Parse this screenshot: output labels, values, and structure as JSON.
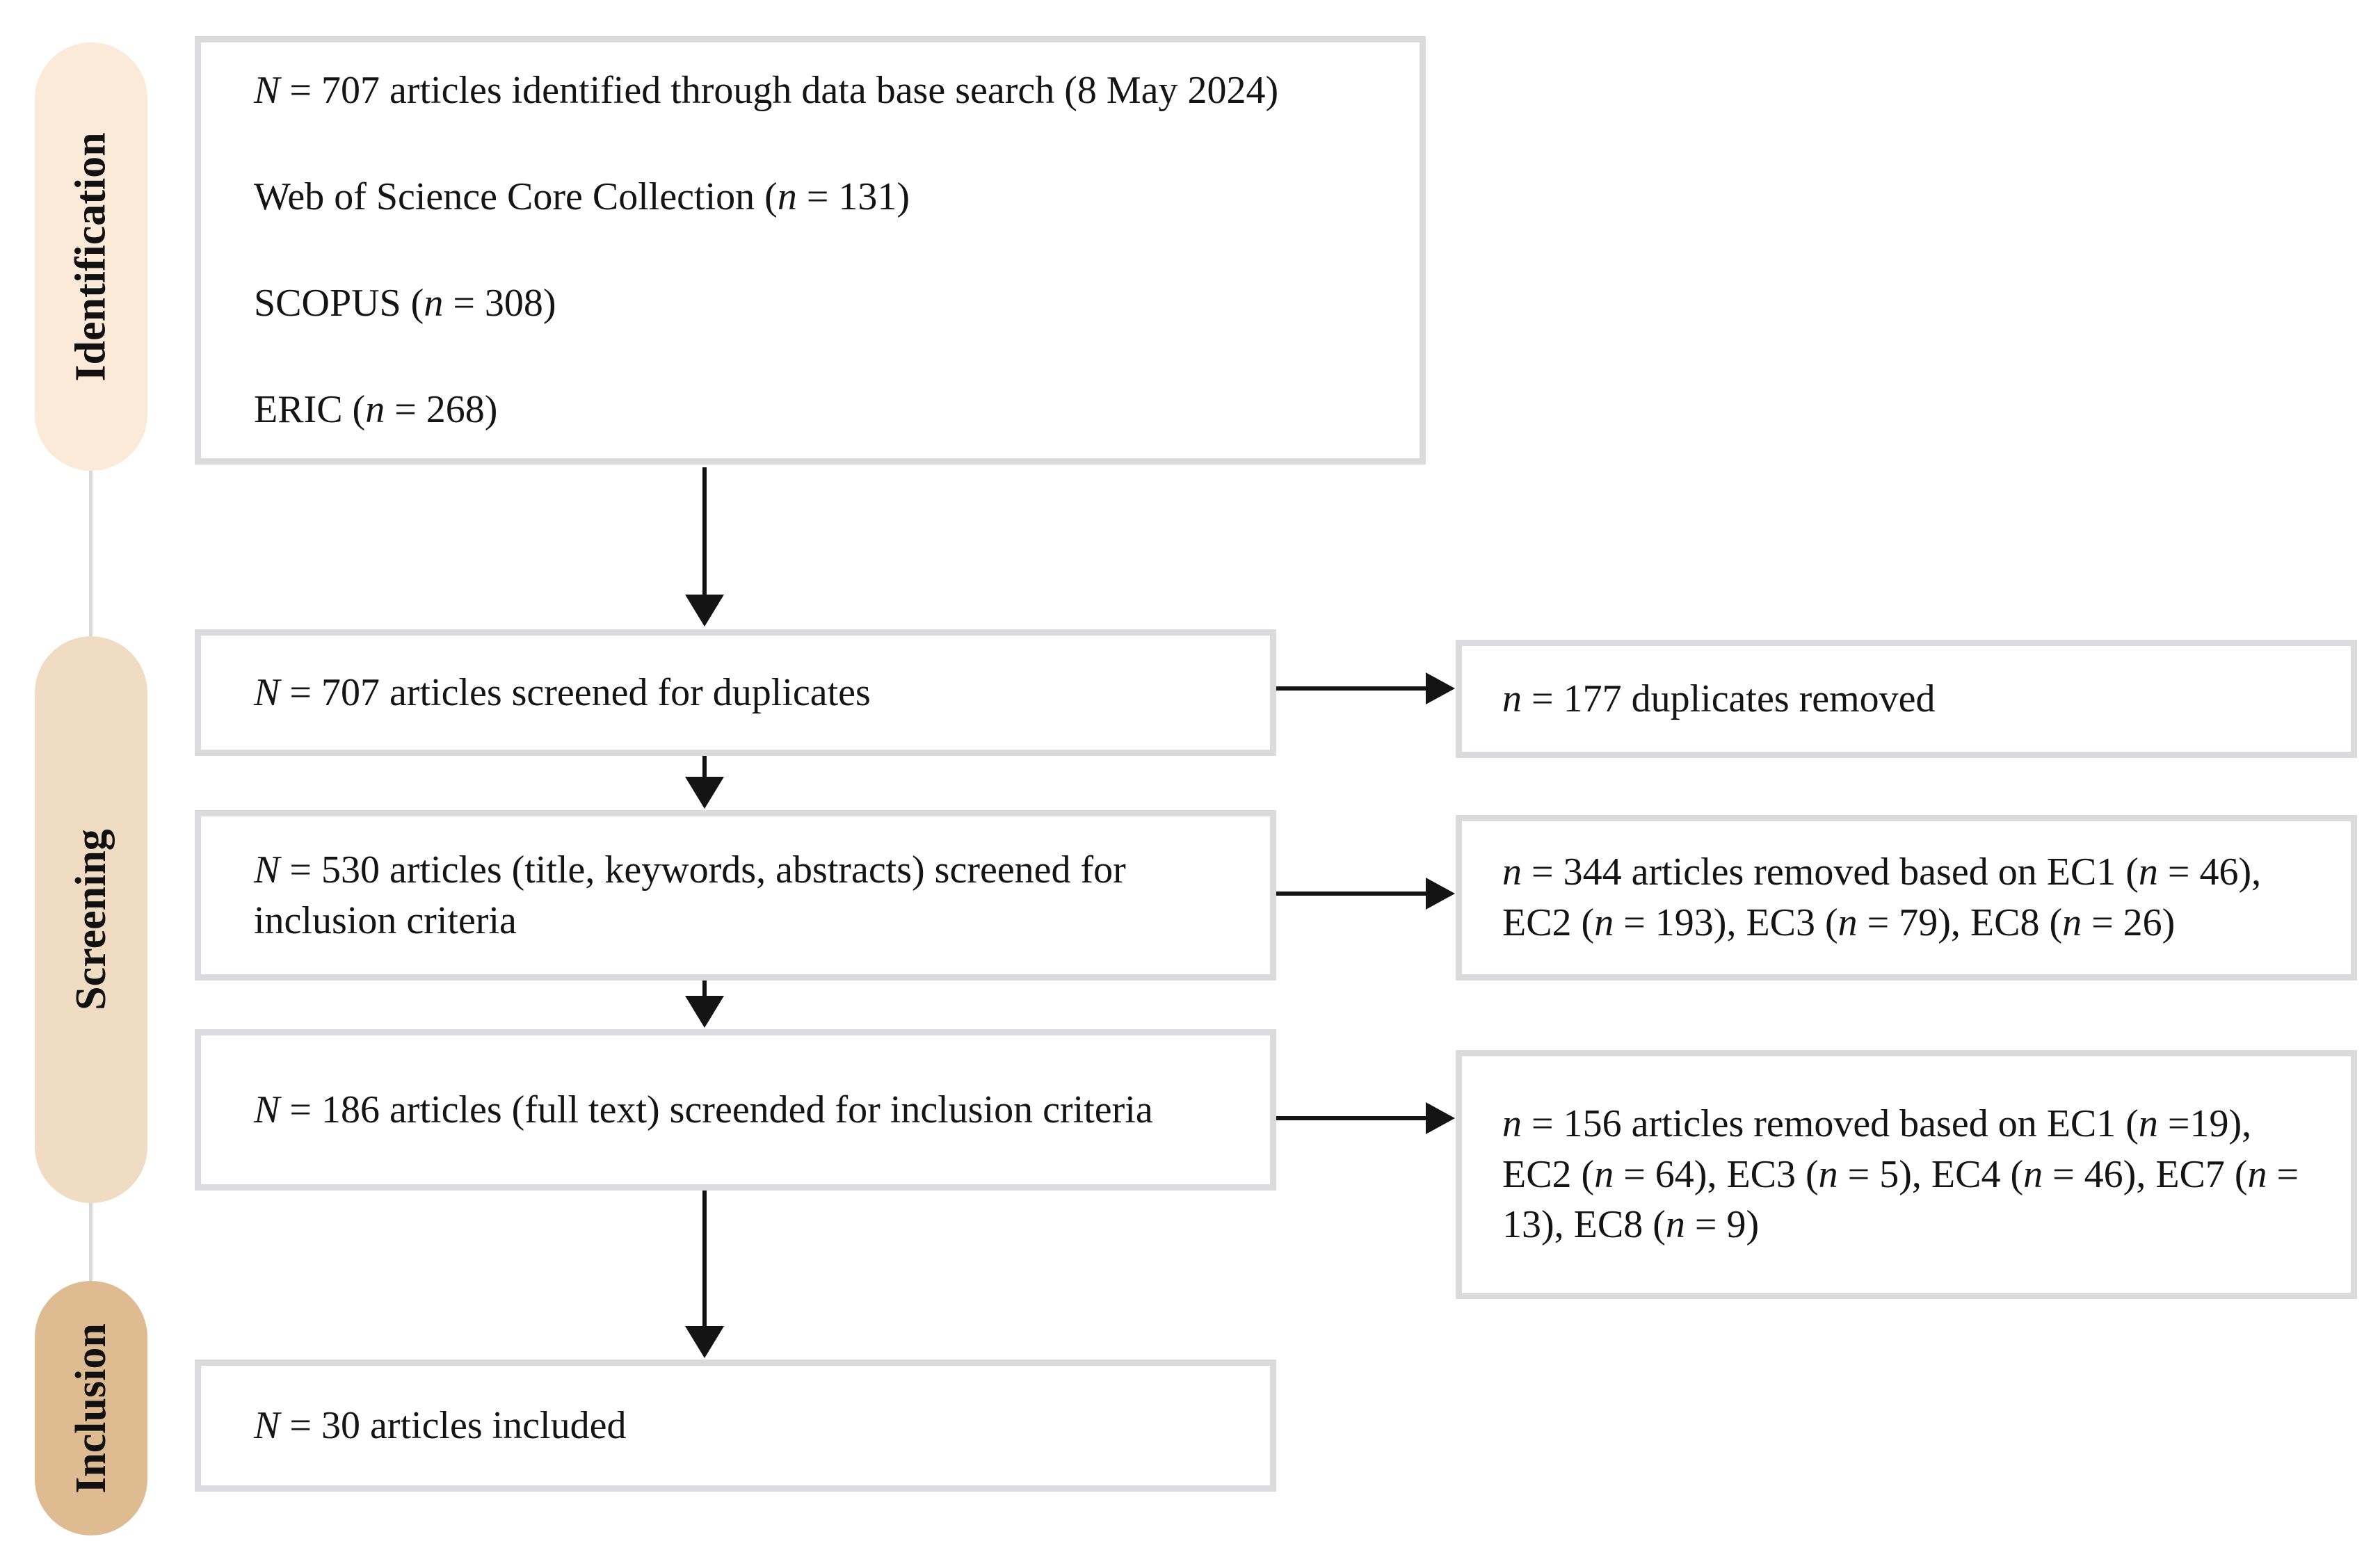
{
  "colors": {
    "stage_identification": "#fcead9",
    "stage_screening": "#f0dcc2",
    "stage_inclusion": "#dfbb92",
    "box_border": "#dbdbde",
    "arrow": "#141414",
    "connector": "#d9d9d9"
  },
  "stages": [
    {
      "id": "identification",
      "label": "Identification"
    },
    {
      "id": "screening",
      "label": "Screening"
    },
    {
      "id": "inclusion",
      "label": "Inclusion"
    }
  ],
  "boxes": {
    "sources": {
      "lines": [
        [
          {
            "t": "N",
            "i": true
          },
          {
            "t": " = 707 articles identified through data base search (8 May 2024)"
          }
        ],
        [
          {
            "t": "Web of Science Core Collection ("
          },
          {
            "t": "n",
            "i": true
          },
          {
            "t": " = 131)"
          }
        ],
        [
          {
            "t": "SCOPUS ("
          },
          {
            "t": "n",
            "i": true
          },
          {
            "t": " = 308)"
          }
        ],
        [
          {
            "t": "ERIC ("
          },
          {
            "t": "n",
            "i": true
          },
          {
            "t": " = 268)"
          }
        ]
      ]
    },
    "screened_duplicates": {
      "lines": [
        [
          {
            "t": "N",
            "i": true
          },
          {
            "t": " = 707 articles screened for duplicates"
          }
        ]
      ]
    },
    "duplicates_removed": {
      "lines": [
        [
          {
            "t": "n",
            "i": true
          },
          {
            "t": " = 177 duplicates removed"
          }
        ]
      ]
    },
    "screened_title_keywords": {
      "lines": [
        [
          {
            "t": "N",
            "i": true
          },
          {
            "t": " = 530 articles (title, keywords, abstracts) screened for inclusion criteria"
          }
        ]
      ]
    },
    "removed_ec_screening": {
      "lines": [
        [
          {
            "t": "n",
            "i": true
          },
          {
            "t": " = 344 articles removed based on EC1 ("
          },
          {
            "t": "n",
            "i": true
          },
          {
            "t": " = 46), EC2 ("
          },
          {
            "t": "n",
            "i": true
          },
          {
            "t": " = 193), EC3 ("
          },
          {
            "t": "n",
            "i": true
          },
          {
            "t": " = 79), EC8 ("
          },
          {
            "t": "n",
            "i": true
          },
          {
            "t": " = 26)"
          }
        ]
      ]
    },
    "screened_fulltext": {
      "lines": [
        [
          {
            "t": "N",
            "i": true
          },
          {
            "t": " = 186 articles (full text) screended for inclusion criteria"
          }
        ]
      ]
    },
    "removed_ec_fulltext": {
      "lines": [
        [
          {
            "t": "n",
            "i": true
          },
          {
            "t": " = 156 articles removed based on EC1 ("
          },
          {
            "t": "n",
            "i": true
          },
          {
            "t": " =19), EC2 ("
          },
          {
            "t": "n",
            "i": true
          },
          {
            "t": " = 64), EC3 ("
          },
          {
            "t": "n",
            "i": true
          },
          {
            "t": " = 5), EC4 ("
          },
          {
            "t": "n",
            "i": true
          },
          {
            "t": " = 46), EC7 ("
          },
          {
            "t": "n",
            "i": true
          },
          {
            "t": " = 13), EC8 ("
          },
          {
            "t": "n",
            "i": true
          },
          {
            "t": " = 9)"
          }
        ]
      ]
    },
    "included": {
      "lines": [
        [
          {
            "t": "N",
            "i": true
          },
          {
            "t": " = 30 articles included"
          }
        ]
      ]
    }
  }
}
